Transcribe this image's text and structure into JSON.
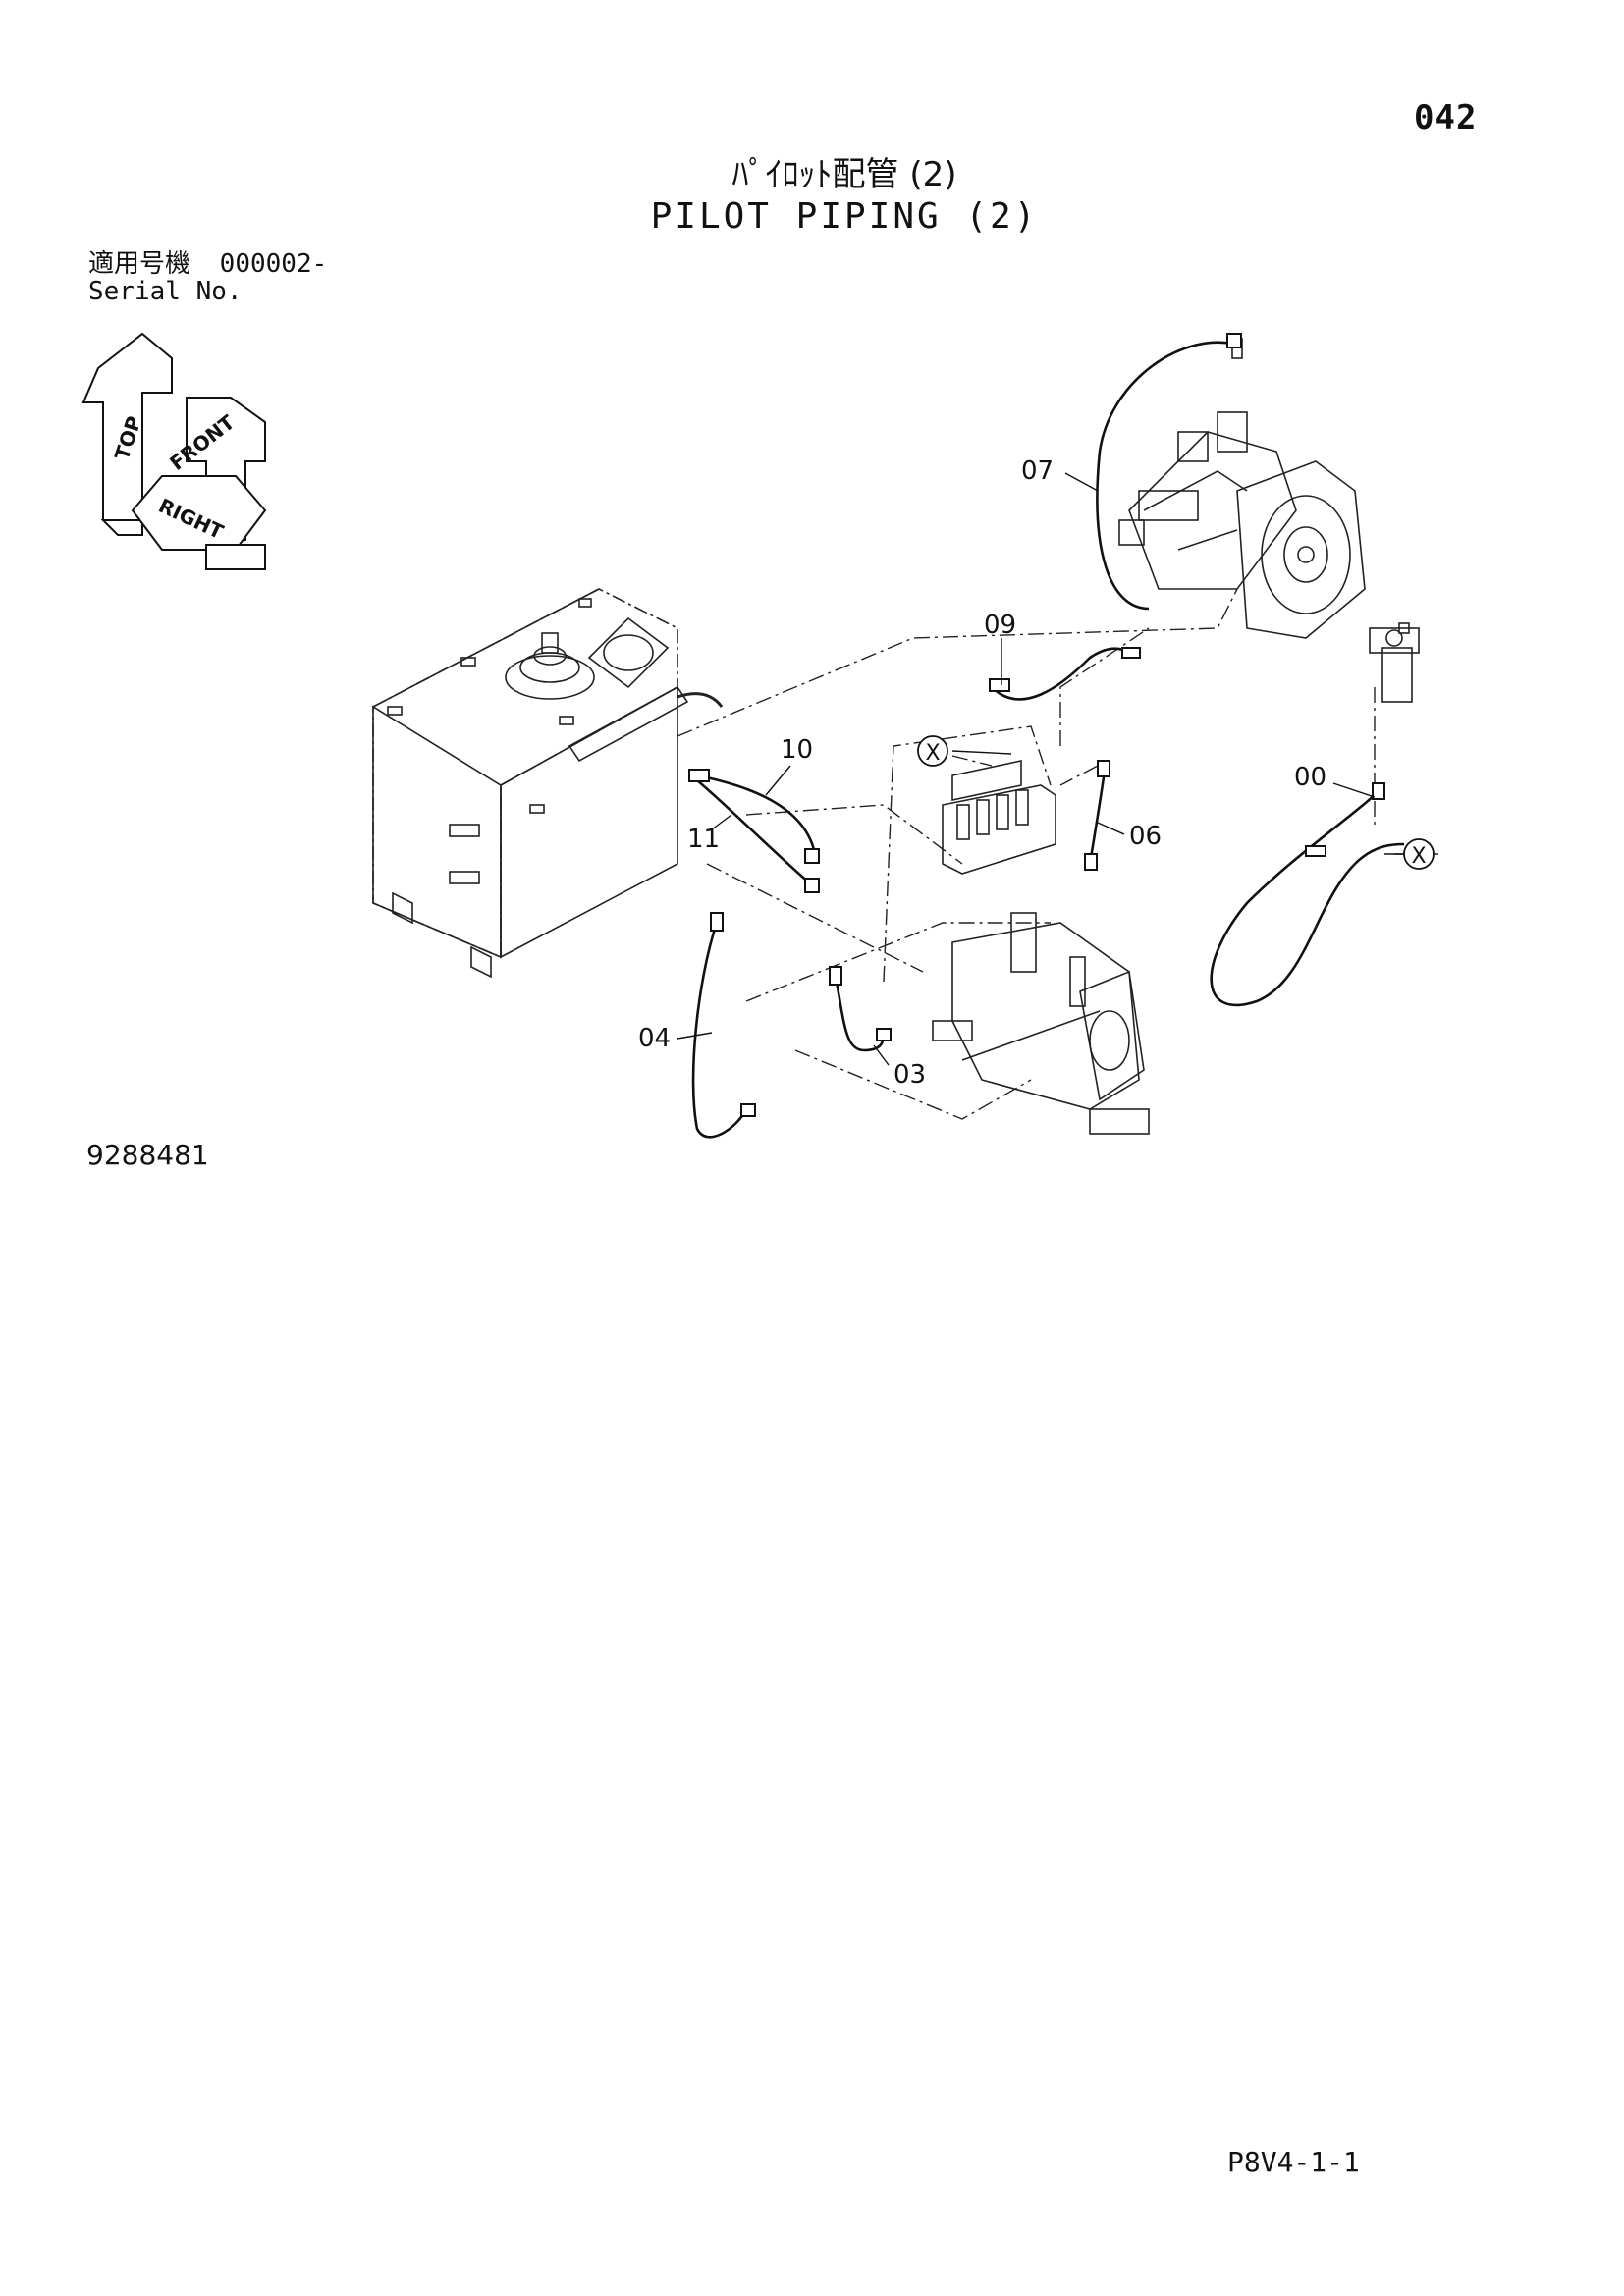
{
  "page_number": "042",
  "title": {
    "japanese": "ﾊﾟｲﾛｯﾄ配管 (2)",
    "english": "PILOT PIPING (2)"
  },
  "serial": {
    "label_jp": "適用号機",
    "value": "000002-",
    "label_en": "Serial No."
  },
  "orientation": {
    "top": "TOP",
    "front": "FRONT",
    "right": "RIGHT"
  },
  "callouts": {
    "c07": "07",
    "c09": "09",
    "c10": "10",
    "c11": "11",
    "c06": "06",
    "c00": "00",
    "c04": "04",
    "c03": "03",
    "x_marker": "X"
  },
  "drawing_number": "9288481",
  "sheet_code": "P8V4-1-1"
}
